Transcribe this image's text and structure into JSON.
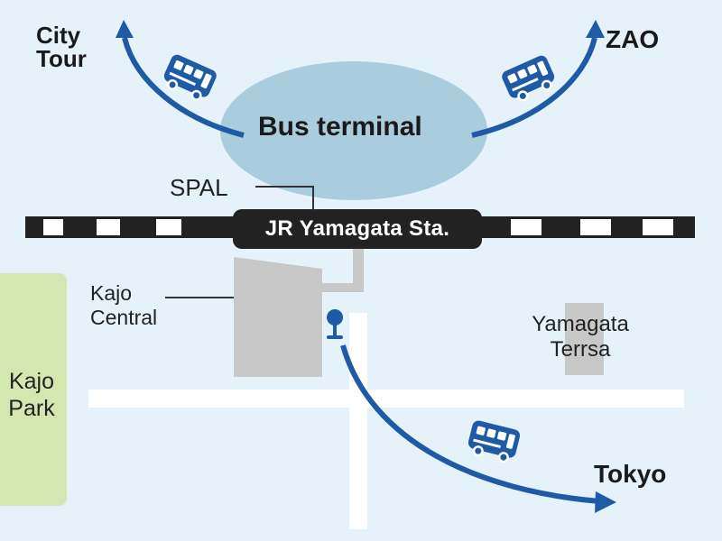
{
  "map": {
    "colors": {
      "background": "#e6f2fa",
      "park": "#d5e7b0",
      "terminal": "#a9cddc",
      "building": "#c8c8c8",
      "route": "#1f5aa6",
      "rail": "#222222",
      "road": "#ffffff"
    },
    "labels": {
      "city_tour_line1": "City",
      "city_tour_line2": "Tour",
      "zao": "ZAO",
      "bus_terminal": "Bus terminal",
      "spal": "SPAL",
      "station": "JR Yamagata Sta.",
      "kajo_central_line1": "Kajo",
      "kajo_central_line2": "Central",
      "kajo_park_line1": "Kajo",
      "kajo_park_line2": "Park",
      "yamagata_terrsa_line1": "Yamagata",
      "yamagata_terrsa_line2": "Terrsa",
      "tokyo": "Tokyo"
    },
    "icons": {
      "bus": "bus-icon",
      "bus_stop": "bus-stop-icon"
    }
  }
}
